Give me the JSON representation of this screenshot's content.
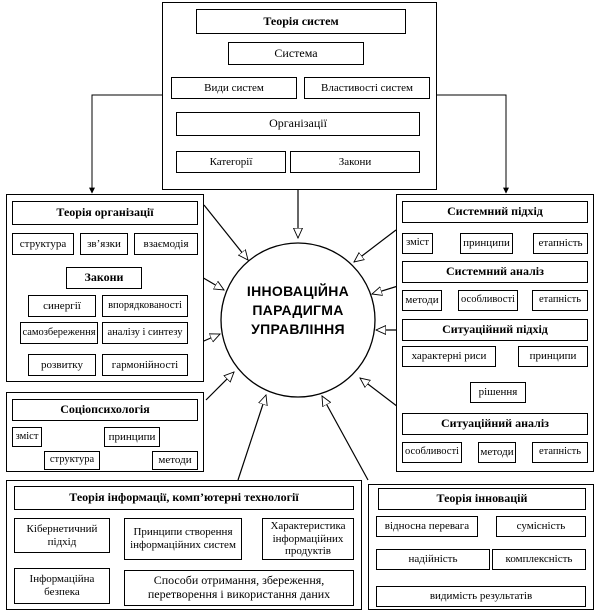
{
  "center": {
    "lines": [
      "ІННОВАЦІЙНА",
      "ПАРАДИГМА",
      "УПРАВЛІННЯ"
    ]
  },
  "systems_theory": {
    "title": "Теорія систем",
    "system": "Система",
    "kinds": "Види систем",
    "properties": "Властивості систем",
    "organization": "Організації",
    "categories": "Категорії",
    "laws": "Закони"
  },
  "org_theory": {
    "title": "Теорія організації",
    "items": [
      "структура",
      "зв’язки",
      "взаємодія"
    ],
    "laws_title": "Закони",
    "laws": [
      "синергії",
      "впорядкованості",
      "самозбереження",
      "аналізу і синтезу",
      "розвитку",
      "гармонійності"
    ]
  },
  "sociopsychology": {
    "title": "Соціопсихологія",
    "items": [
      "зміст",
      "принципи",
      "структура",
      "методи"
    ]
  },
  "info_theory": {
    "title": "Теорія інформації, комп’ютерні технології",
    "cybernetic": "Кібернетичний підхід",
    "principles": "Принципи створення інформаційних систем",
    "characteristics": "Характеристика інформаційних продуктів",
    "security": "Інформаційна безпека",
    "methods": "Способи отримання, збереження, перетворення і використання даних"
  },
  "system_approach": {
    "title": "Системний підхід",
    "items": [
      "зміст",
      "принципи",
      "етапність"
    ]
  },
  "system_analysis": {
    "title": "Системний аналіз",
    "items": [
      "методи",
      "особливості",
      "етапність"
    ]
  },
  "situational_approach": {
    "title": "Ситуаційний підхід",
    "items": [
      "характерні риси",
      "принципи",
      "рішення"
    ]
  },
  "situational_analysis": {
    "title": "Ситуаційний аналіз",
    "items": [
      "особливості",
      "методи",
      "етапність"
    ]
  },
  "innovation_theory": {
    "title": "Теорія інновацій",
    "items": [
      "відносна перевага",
      "сумісність",
      "надійність",
      "комплексність",
      "видимість результатів"
    ]
  }
}
